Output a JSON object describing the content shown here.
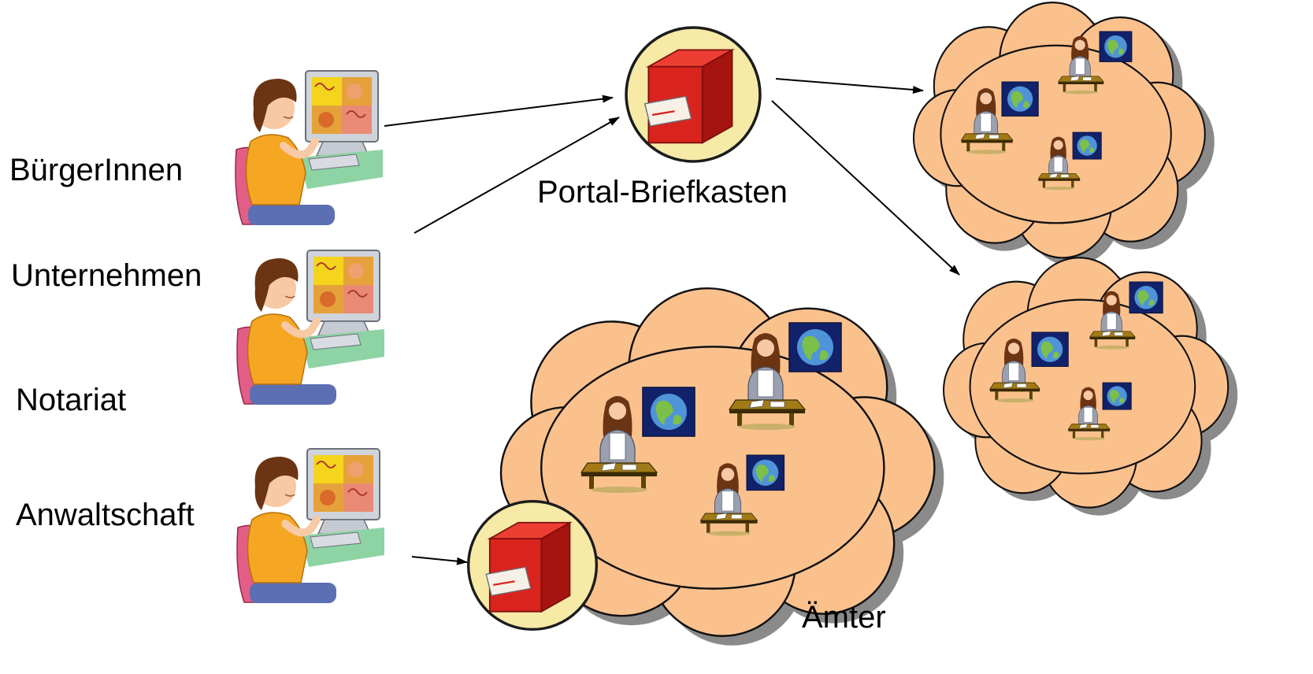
{
  "labels": {
    "buerger": "BürgerInnen",
    "unternehmen": "Unternehmen",
    "notariat": "Notariat",
    "anwalt": "Anwaltschaft",
    "portal": "Portal-Briefkasten",
    "aemter": "Ämter"
  },
  "colors": {
    "cloud_fill": "#fbc18d",
    "cloud_shadow": "#8a8a8a",
    "mailbox_red": "#d9231d",
    "mailbox_circle": "#f6eaa6",
    "globe_bg": "#11226a",
    "globe_water": "#4f94d8",
    "globe_land": "#7cbf4a",
    "desk": "#8f6a12",
    "chair": "#e25e86",
    "shirt": "#f5a623",
    "hair": "#6b3413"
  },
  "icons": [
    "user-at-computer-icon",
    "mailbox-icon",
    "clerk-at-desk-icon",
    "globe-icon",
    "cloud-shape"
  ]
}
